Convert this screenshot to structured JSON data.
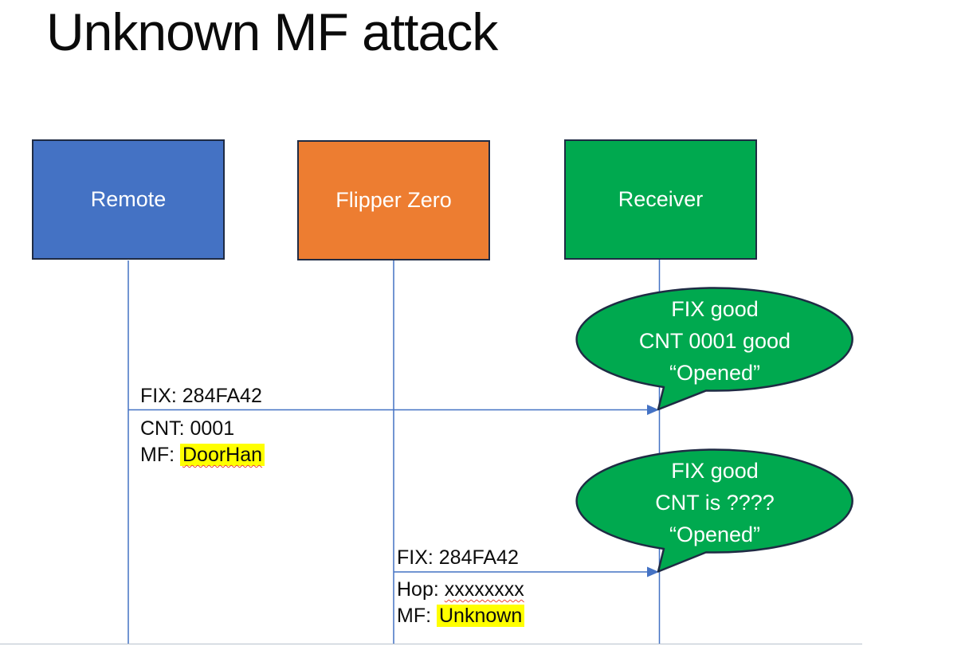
{
  "title": "Unknown MF attack",
  "palette": {
    "remote_fill": "#4472C4",
    "flipper_fill": "#ED7D31",
    "receiver_fill": "#00A94F",
    "callout_fill": "#00A94F",
    "shape_border": "#1F2B44",
    "connector_blue": "#4472C4",
    "highlight_yellow": "#FFFF00",
    "squiggle_red": "#E8442E"
  },
  "actors": [
    {
      "label": "Remote"
    },
    {
      "label": "Flipper Zero"
    },
    {
      "label": "Receiver"
    }
  ],
  "messages": [
    {
      "above": "FIX: 284FA42",
      "row1": "CNT: 0001",
      "row2_prefix": "MF: ",
      "row2_word": "DoorHan"
    },
    {
      "above": "FIX: 284FA42",
      "row1_prefix": "Hop: ",
      "row1_word": "xxxxxxxx",
      "row2_prefix": "MF: ",
      "row2_word": "Unknown"
    }
  ],
  "callouts": [
    {
      "line1": "FIX good",
      "line2": "CNT 0001 good",
      "line3": "“Opened”"
    },
    {
      "line1": "FIX good",
      "line2": "CNT is ????",
      "line3": "“Opened”"
    }
  ]
}
